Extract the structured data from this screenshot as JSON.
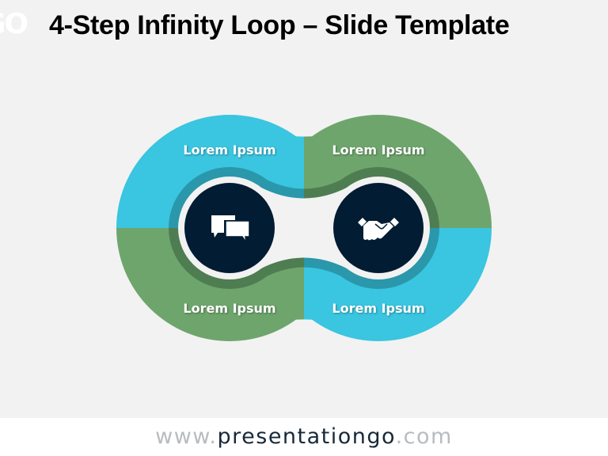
{
  "logo": {
    "text": "GO"
  },
  "title": "4-Step Infinity Loop – Slide Template",
  "diagram": {
    "steps": [
      {
        "label": "Lorem Ipsum",
        "position": "top-left",
        "color": "#3AC5E0"
      },
      {
        "label": "Lorem Ipsum",
        "position": "top-right",
        "color": "#6EA56C"
      },
      {
        "label": "Lorem Ipsum",
        "position": "bottom-left",
        "color": "#6EA56C"
      },
      {
        "label": "Lorem Ipsum",
        "position": "bottom-right",
        "color": "#3AC5E0"
      }
    ],
    "icons": [
      "chat-bubbles-icon",
      "handshake-icon"
    ],
    "colors": {
      "blue": "#3AC5E0",
      "green": "#6EA56C",
      "blue_dark": "#2A97AB",
      "green_dark": "#4E7D52",
      "navy": "#021C33"
    }
  },
  "footer": {
    "prefix": "www.",
    "brand": "presentationgo",
    "suffix": ".com"
  }
}
